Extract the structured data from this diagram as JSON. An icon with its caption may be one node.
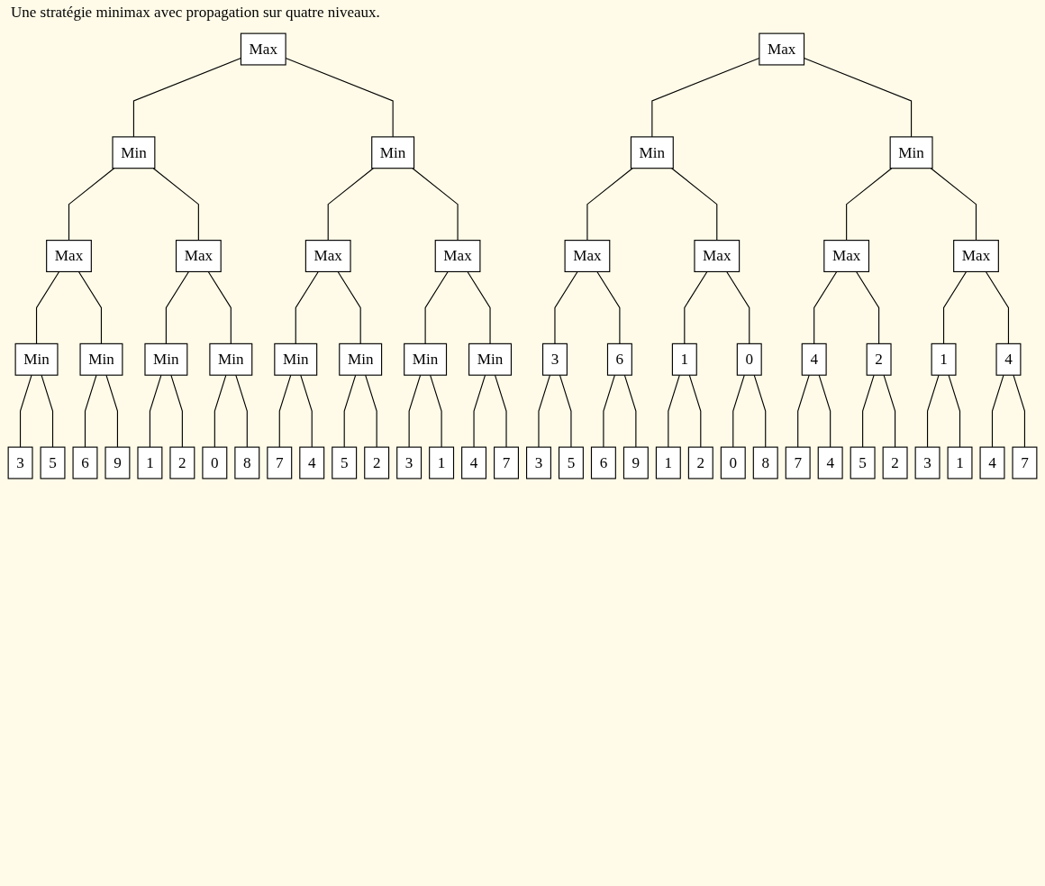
{
  "diagram": {
    "caption": "Une stratégie minimax avec propagation sur quatre niveaux.",
    "nodes": [
      {
        "text": [
          "Max"
        ]
      },
      {
        "text": [
          "Min"
        ]
      },
      {
        "text": [
          "Min"
        ]
      },
      {
        "text": [
          "Max"
        ]
      },
      {
        "text": [
          "Max"
        ]
      },
      {
        "text": [
          "Max"
        ]
      },
      {
        "text": [
          "Max"
        ]
      },
      {
        "text": [
          "Min"
        ]
      },
      {
        "text": [
          "Min"
        ]
      },
      {
        "text": [
          "Min"
        ]
      },
      {
        "text": [
          "Min"
        ]
      },
      {
        "text": [
          "Min"
        ]
      },
      {
        "text": [
          "Min"
        ]
      },
      {
        "text": [
          "Min"
        ]
      },
      {
        "text": [
          "Min"
        ]
      },
      {
        "text": [
          "3"
        ]
      },
      {
        "text": [
          "5"
        ]
      },
      {
        "text": [
          "6"
        ]
      },
      {
        "text": [
          "9"
        ]
      },
      {
        "text": [
          "1"
        ]
      },
      {
        "text": [
          "2"
        ]
      },
      {
        "text": [
          "0"
        ]
      },
      {
        "text": [
          "8"
        ]
      },
      {
        "text": [
          "7"
        ]
      },
      {
        "text": [
          "4"
        ]
      },
      {
        "text": [
          "5"
        ]
      },
      {
        "text": [
          "2"
        ]
      },
      {
        "text": [
          "3"
        ]
      },
      {
        "text": [
          "1"
        ]
      },
      {
        "text": [
          "4"
        ]
      },
      {
        "text": [
          "7"
        ]
      },
      {
        "text": [
          "Max"
        ]
      },
      {
        "text": [
          "Min"
        ]
      },
      {
        "text": [
          "Min"
        ]
      },
      {
        "text": [
          "Max"
        ]
      },
      {
        "text": [
          "Max"
        ]
      },
      {
        "text": [
          "Max"
        ]
      },
      {
        "text": [
          "Max"
        ]
      },
      {
        "text": [
          "3"
        ]
      },
      {
        "text": [
          "6"
        ]
      },
      {
        "text": [
          "1"
        ]
      },
      {
        "text": [
          "0"
        ]
      },
      {
        "text": [
          "4"
        ]
      },
      {
        "text": [
          "2"
        ]
      },
      {
        "text": [
          "1"
        ]
      },
      {
        "text": [
          "4"
        ]
      },
      {
        "text": [
          "3"
        ]
      },
      {
        "text": [
          "5"
        ]
      },
      {
        "text": [
          "6"
        ]
      },
      {
        "text": [
          "9"
        ]
      },
      {
        "text": [
          "1"
        ]
      },
      {
        "text": [
          "2"
        ]
      },
      {
        "text": [
          "0"
        ]
      },
      {
        "text": [
          "8"
        ]
      },
      {
        "text": [
          "7"
        ]
      },
      {
        "text": [
          "4"
        ]
      },
      {
        "text": [
          "5"
        ]
      },
      {
        "text": [
          "2"
        ]
      },
      {
        "text": [
          "3"
        ]
      },
      {
        "text": [
          "1"
        ]
      },
      {
        "text": [
          "4"
        ]
      },
      {
        "text": [
          "7"
        ]
      }
    ],
    "edges": [
      {
        "from": 0,
        "to": 1,
        "arrow": "none"
      },
      {
        "from": 0,
        "to": 2,
        "arrow": "none"
      },
      {
        "from": 1,
        "to": 3,
        "arrow": "none"
      },
      {
        "from": 1,
        "to": 4,
        "arrow": "none"
      },
      {
        "from": 2,
        "to": 5,
        "arrow": "none"
      },
      {
        "from": 2,
        "to": 6,
        "arrow": "none"
      },
      {
        "from": 3,
        "to": 7,
        "arrow": "none"
      },
      {
        "from": 3,
        "to": 8,
        "arrow": "none"
      },
      {
        "from": 4,
        "to": 9,
        "arrow": "none"
      },
      {
        "from": 4,
        "to": 10,
        "arrow": "none"
      },
      {
        "from": 5,
        "to": 11,
        "arrow": "none"
      },
      {
        "from": 5,
        "to": 12,
        "arrow": "none"
      },
      {
        "from": 6,
        "to": 13,
        "arrow": "none"
      },
      {
        "from": 6,
        "to": 14,
        "arrow": "none"
      },
      {
        "from": 7,
        "to": 15,
        "arrow": "none"
      },
      {
        "from": 7,
        "to": 16,
        "arrow": "none"
      },
      {
        "from": 8,
        "to": 17,
        "arrow": "none"
      },
      {
        "from": 8,
        "to": 18,
        "arrow": "none"
      },
      {
        "from": 9,
        "to": 19,
        "arrow": "none"
      },
      {
        "from": 9,
        "to": 20,
        "arrow": "none"
      },
      {
        "from": 10,
        "to": 21,
        "arrow": "none"
      },
      {
        "from": 10,
        "to": 22,
        "arrow": "none"
      },
      {
        "from": 11,
        "to": 23,
        "arrow": "none"
      },
      {
        "from": 11,
        "to": 24,
        "arrow": "none"
      },
      {
        "from": 12,
        "to": 25,
        "arrow": "none"
      },
      {
        "from": 12,
        "to": 26,
        "arrow": "none"
      },
      {
        "from": 13,
        "to": 27,
        "arrow": "none"
      },
      {
        "from": 13,
        "to": 28,
        "arrow": "none"
      },
      {
        "from": 14,
        "to": 29,
        "arrow": "none"
      },
      {
        "from": 14,
        "to": 30,
        "arrow": "none"
      },
      {
        "from": 31,
        "to": 32,
        "arrow": "none"
      },
      {
        "from": 31,
        "to": 33,
        "arrow": "none"
      },
      {
        "from": 32,
        "to": 34,
        "arrow": "none"
      },
      {
        "from": 32,
        "to": 35,
        "arrow": "none"
      },
      {
        "from": 33,
        "to": 36,
        "arrow": "none"
      },
      {
        "from": 33,
        "to": 37,
        "arrow": "none"
      },
      {
        "from": 34,
        "to": 38,
        "arrow": "none"
      },
      {
        "from": 34,
        "to": 39,
        "arrow": "none"
      },
      {
        "from": 35,
        "to": 40,
        "arrow": "none"
      },
      {
        "from": 35,
        "to": 41,
        "arrow": "none"
      },
      {
        "from": 36,
        "to": 42,
        "arrow": "none"
      },
      {
        "from": 36,
        "to": 43,
        "arrow": "none"
      },
      {
        "from": 37,
        "to": 44,
        "arrow": "none"
      },
      {
        "from": 37,
        "to": 45,
        "arrow": "none"
      },
      {
        "from": 38,
        "to": 46,
        "arrow": "none"
      },
      {
        "from": 38,
        "to": 47,
        "arrow": "none"
      },
      {
        "from": 39,
        "to": 48,
        "arrow": "none"
      },
      {
        "from": 39,
        "to": 49,
        "arrow": "none"
      },
      {
        "from": 40,
        "to": 50,
        "arrow": "none"
      },
      {
        "from": 40,
        "to": 51,
        "arrow": "none"
      },
      {
        "from": 41,
        "to": 52,
        "arrow": "none"
      },
      {
        "from": 41,
        "to": 53,
        "arrow": "none"
      },
      {
        "from": 42,
        "to": 54,
        "arrow": "none"
      },
      {
        "from": 42,
        "to": 55,
        "arrow": "none"
      },
      {
        "from": 43,
        "to": 56,
        "arrow": "none"
      },
      {
        "from": 43,
        "to": 57,
        "arrow": "none"
      },
      {
        "from": 44,
        "to": 58,
        "arrow": "none"
      },
      {
        "from": 44,
        "to": 59,
        "arrow": "none"
      },
      {
        "from": 45,
        "to": 60,
        "arrow": "none"
      },
      {
        "from": 45,
        "to": 61,
        "arrow": "none"
      }
    ]
  }
}
